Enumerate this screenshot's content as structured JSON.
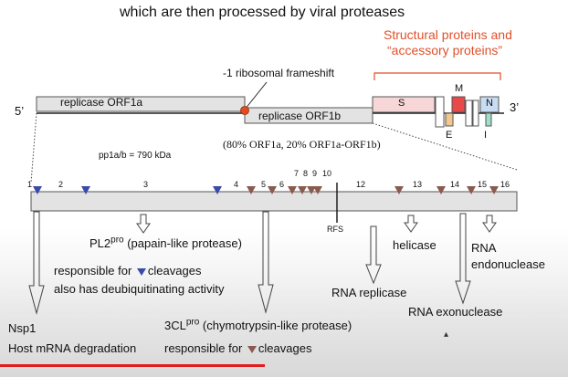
{
  "title": "which are then processed by viral proteases",
  "structural": {
    "line1": "Structural proteins and",
    "line2": "“accessory proteins”",
    "color": "#e0502a"
  },
  "frameshift": "-1 ribosomal frameshift",
  "prime5": "5’",
  "prime3": "3’",
  "orf1a": "replicase ORF1a",
  "orf1b": "replicase ORF1b",
  "genes": {
    "S": "S",
    "M": "M",
    "N": "N",
    "E": "E",
    "I": "I"
  },
  "pp_size": "pp1a/b = 790 kDa",
  "ratio": "(80% ORF1a, 20% ORF1a-ORF1b)",
  "nsp_numbers": [
    "1",
    "2",
    "3",
    "4",
    "5",
    "6",
    "7",
    "8",
    "9",
    "10",
    "12",
    "13",
    "14",
    "15",
    "16"
  ],
  "rfs": "RFS",
  "pl2": {
    "name": "PL2",
    "sup": "pro",
    "desc": " (papain-like protease)"
  },
  "pl2_resp1": "responsible for",
  "pl2_resp2": "cleavages",
  "pl2_deub": "also has deubiquitinating activity",
  "helicase": "helicase",
  "rna_endo1": "RNA",
  "rna_endo2": "endonuclease",
  "rna_rep": "RNA replicase",
  "rna_exo": "RNA exonuclease",
  "nsp1": "Nsp1",
  "host": "Host mRNA degradation",
  "cl3": {
    "name": "3CL",
    "sup": "pro",
    "desc": " (chymotrypsin-like protease)"
  },
  "cl3_resp1": "responsible for",
  "cl3_resp2": "cleavages",
  "colors": {
    "pl_marker": "#3a4aa8",
    "cl_marker": "#8a5a4e",
    "progress": "#e02020"
  }
}
